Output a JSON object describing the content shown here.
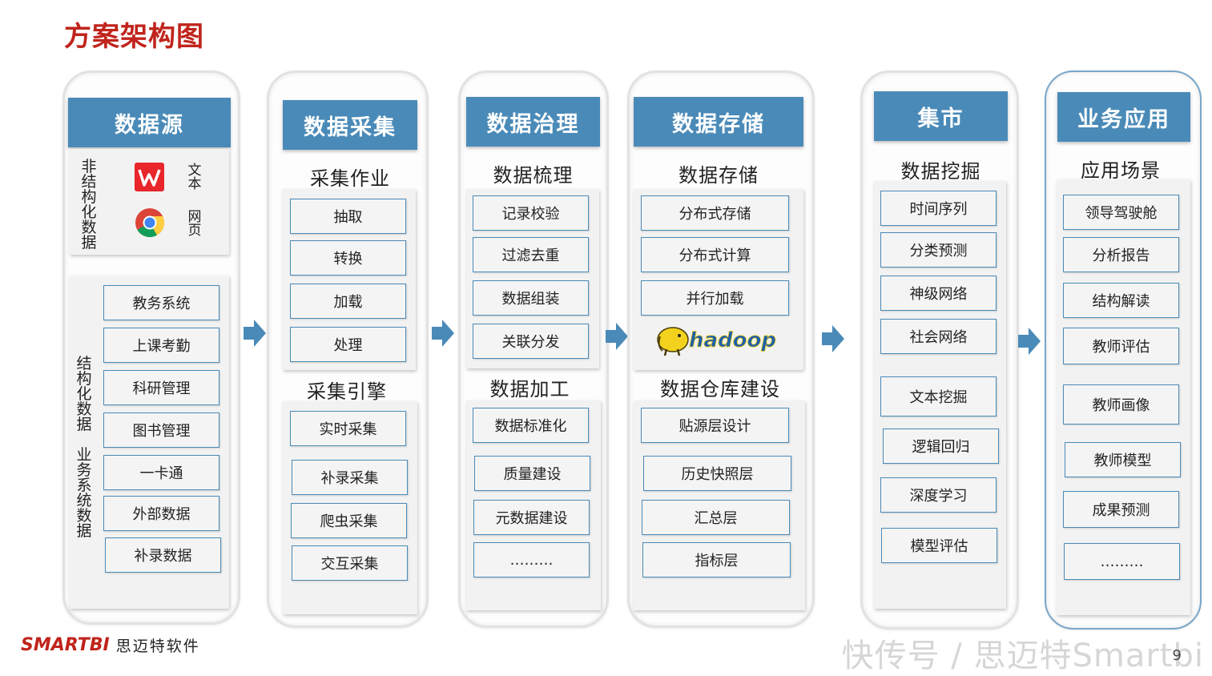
{
  "title": "方案架构图",
  "columns": [
    {
      "header": "数据源",
      "unstructured_label": "非结构化数据",
      "unstructured_items": [
        {
          "icon": "wps-icon",
          "label": "文本"
        },
        {
          "icon": "chrome-icon",
          "label": "网页"
        }
      ],
      "structured_label": "结构化数据",
      "business_label": "业务系统数据",
      "items": [
        "教务系统",
        "上课考勤",
        "科研管理",
        "图书管理",
        "一卡通",
        "外部数据",
        "补录数据"
      ]
    },
    {
      "header": "数据采集",
      "sections": [
        {
          "title": "采集作业",
          "items": [
            "抽取",
            "转换",
            "加载",
            "处理"
          ]
        },
        {
          "title": "采集引擎",
          "items": [
            "实时采集",
            "补录采集",
            "爬虫采集",
            "交互采集"
          ]
        }
      ]
    },
    {
      "header": "数据治理",
      "sections": [
        {
          "title": "数据梳理",
          "items": [
            "记录校验",
            "过滤去重",
            "数据组装",
            "关联分发"
          ]
        },
        {
          "title": "数据加工",
          "items": [
            "数据标准化",
            "质量建设",
            "元数据建设",
            "………"
          ]
        }
      ]
    },
    {
      "header": "数据存储",
      "sections": [
        {
          "title": "数据存储",
          "items": [
            "分布式存储",
            "分布式计算",
            "并行加载"
          ],
          "logo": "hadoop"
        },
        {
          "title": "数据仓库建设",
          "items": [
            "贴源层设计",
            "历史快照层",
            "汇总层",
            "指标层"
          ]
        }
      ]
    },
    {
      "header": "集市",
      "sections": [
        {
          "title": "数据挖掘",
          "items": [
            "时间序列",
            "分类预测",
            "神级网络",
            "社会网络",
            "文本挖掘",
            "逻辑回归",
            "深度学习",
            "模型评估"
          ]
        }
      ]
    },
    {
      "header": "业务应用",
      "sections": [
        {
          "title": "应用场景",
          "items": [
            "领导驾驶舱",
            "分析报告",
            "结构解读",
            "教师评估",
            "教师画像",
            "教师模型",
            "成果预测",
            "………"
          ]
        }
      ]
    }
  ],
  "brand": {
    "name": "SMARTBI",
    "cn": "思迈特软件"
  },
  "watermark": "快传号 / 思迈特Smartbi",
  "page_number": "9",
  "colors": {
    "header": "#4a8ab8",
    "title": "#c0241c",
    "item_border": "#4a8ab8"
  }
}
